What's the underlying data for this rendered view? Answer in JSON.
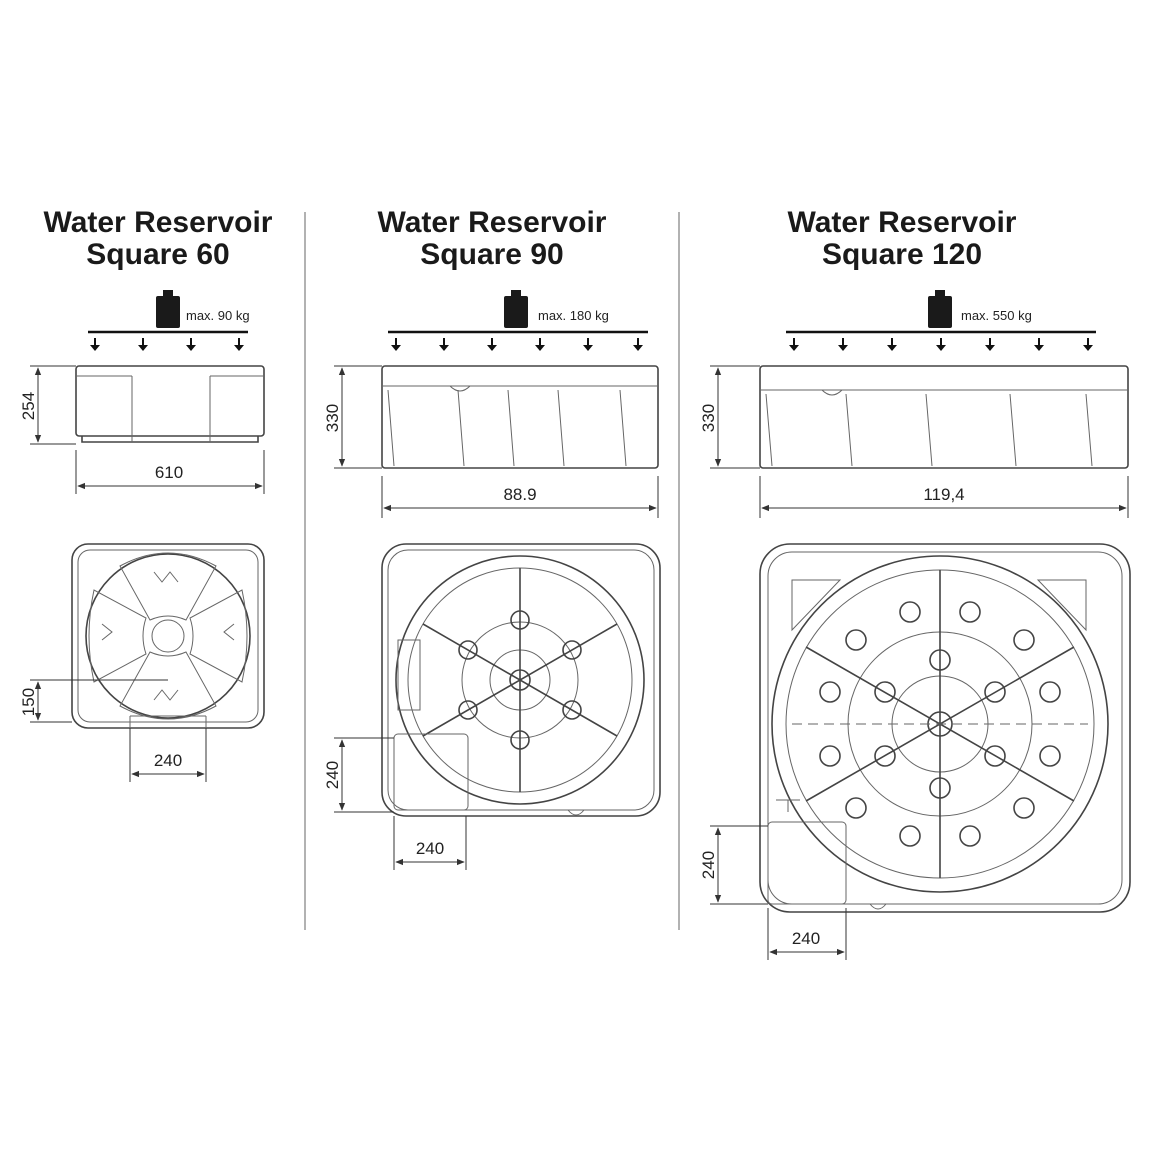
{
  "panels": [
    {
      "title_line1": "Water Reservoir",
      "title_line2": "Square 60",
      "max_load": "max. 90 kg",
      "height": "254",
      "width": "610",
      "offset_v": "150",
      "offset_h": "240"
    },
    {
      "title_line1": "Water Reservoir",
      "title_line2": "Square 90",
      "max_load": "max. 180 kg",
      "height": "330",
      "width": "88.9",
      "offset_v": "240",
      "offset_h": "240"
    },
    {
      "title_line1": "Water Reservoir",
      "title_line2": "Square 120",
      "max_load": "max. 550 kg",
      "height": "330",
      "width": "119,4",
      "offset_v": "240",
      "offset_h": "240"
    }
  ],
  "icons": {
    "weight": "weight-icon",
    "arrow": "arrow-down-icon"
  },
  "colors": {
    "line": "#444444",
    "weight": "#1a1a1a",
    "separator": "#999999"
  }
}
